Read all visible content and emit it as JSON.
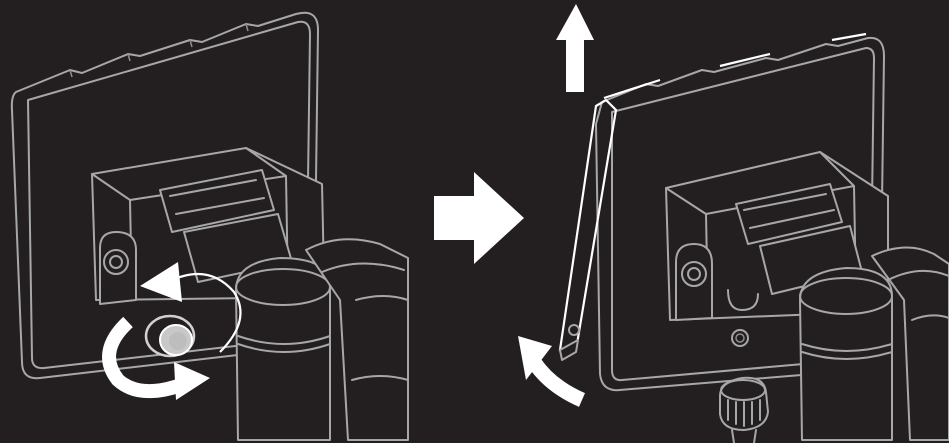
{
  "diagram": {
    "steps": [
      {
        "id": "step-1",
        "action": "unscrew-knob",
        "icons": [
          "rotate-arrows-icon",
          "knob-icon"
        ]
      },
      {
        "id": "step-2",
        "action": "lift-and-tilt-plate-off",
        "icons": [
          "up-arrow-icon",
          "curved-arrow-icon",
          "removed-knob-icon"
        ]
      }
    ],
    "transition_icon": "right-arrow-icon",
    "colors": {
      "background": "#231f20",
      "line_art": "#a7a7a7",
      "arrows": "#ffffff",
      "knob": "#c8c8c8"
    }
  }
}
